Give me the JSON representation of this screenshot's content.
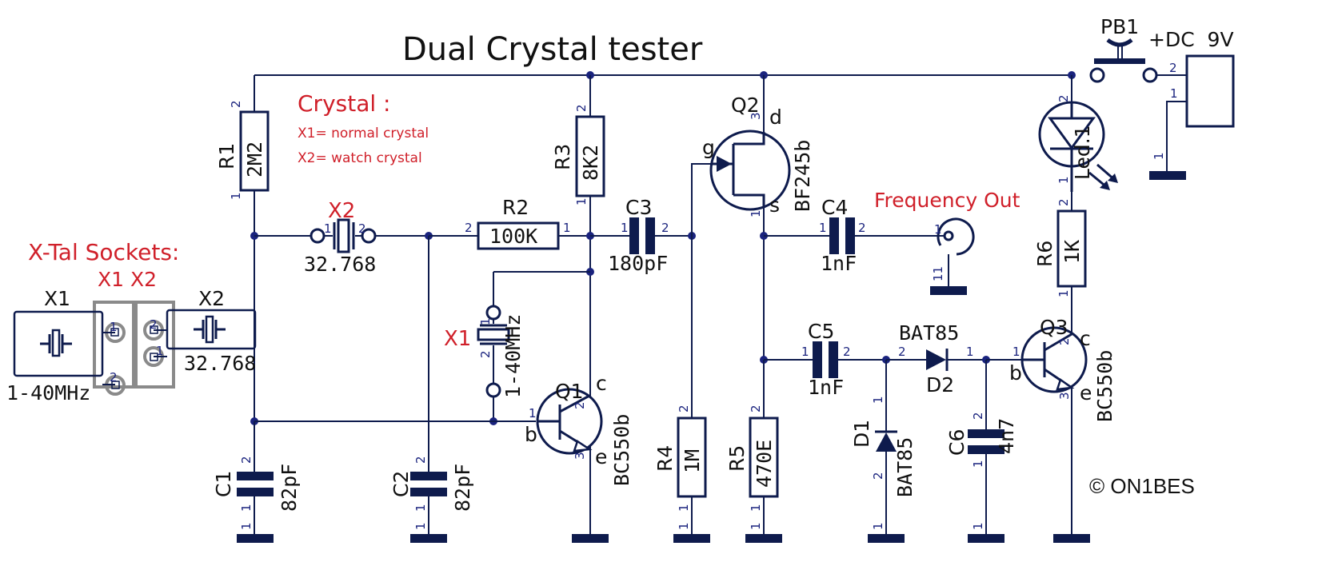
{
  "title": "Dual Crystal tester",
  "notes": {
    "heading": "Crystal :",
    "line1": "X1= normal crystal",
    "line2": "X2= watch crystal"
  },
  "sockets": {
    "heading": "X-Tal Sockets:",
    "socket_labels": "X1 X2",
    "x1_label": "X1",
    "x1_value": "1-40MHz",
    "x2_label": "X2",
    "x2_value": "32.768"
  },
  "components": {
    "R1": {
      "ref": "R1",
      "value": "2M2"
    },
    "R2": {
      "ref": "R2",
      "value": "100K"
    },
    "R3": {
      "ref": "R3",
      "value": "8K2"
    },
    "R4": {
      "ref": "R4",
      "value": "1M"
    },
    "R5": {
      "ref": "R5",
      "value": "470E"
    },
    "R6": {
      "ref": "R6",
      "value": "1K"
    },
    "C1": {
      "ref": "C1",
      "value": "82pF"
    },
    "C2": {
      "ref": "C2",
      "value": "82pF"
    },
    "C3": {
      "ref": "C3",
      "value": "180pF"
    },
    "C4": {
      "ref": "C4",
      "value": "1nF"
    },
    "C5": {
      "ref": "C5",
      "value": "1nF"
    },
    "C6": {
      "ref": "C6",
      "value": "4n7"
    },
    "X1": {
      "ref": "X1",
      "value": "1-40MHz"
    },
    "X2": {
      "ref": "X2",
      "value": "32.768"
    },
    "Q1": {
      "ref": "Q1",
      "value": "BC550b",
      "pins": {
        "b": "b",
        "c": "c",
        "e": "e"
      }
    },
    "Q2": {
      "ref": "Q2",
      "value": "BF245b",
      "pins": {
        "g": "g",
        "d": "d",
        "s": "s"
      }
    },
    "Q3": {
      "ref": "Q3",
      "value": "BC550b",
      "pins": {
        "b": "b",
        "c": "c",
        "e": "e"
      }
    },
    "D1": {
      "ref": "D1",
      "value": "BAT85"
    },
    "D2": {
      "ref": "D2",
      "value": "BAT85"
    },
    "LED1": {
      "ref": "Led.1"
    },
    "PB1": {
      "ref": "PB1"
    },
    "DC": {
      "label": "+DC  9V"
    }
  },
  "output_label": "Frequency Out",
  "pin_numbers": {
    "one": "1",
    "two": "2",
    "three": "3",
    "eleven": "11"
  },
  "copyright": "© ON1BES"
}
